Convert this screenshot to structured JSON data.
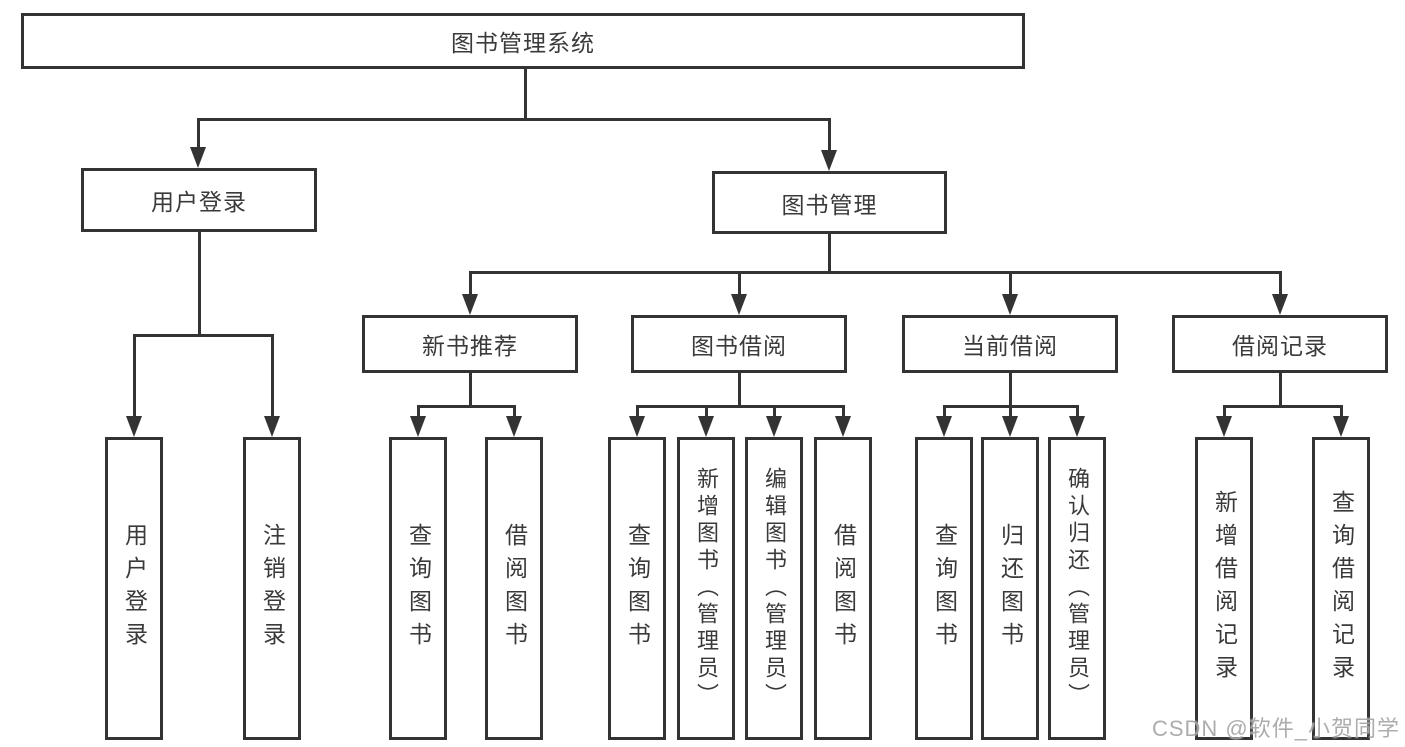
{
  "diagram_title": "图书管理系统",
  "nodes": {
    "root": "图书管理系统",
    "login": "用户登录",
    "mgmt": "图书管理",
    "l3": [
      "新书推荐",
      "图书借阅",
      "当前借阅",
      "借阅记录"
    ],
    "leaf_login": [
      "用户登录",
      "注销登录"
    ],
    "leaf_new": [
      "查询图书",
      "借阅图书"
    ],
    "leaf_borrow": [
      "查询图书",
      "新增图书（管理员）",
      "编辑图书（管理员）",
      "借阅图书"
    ],
    "leaf_current": [
      "查询图书",
      "归还图书",
      "确认归还（管理员）"
    ],
    "leaf_record": [
      "新增借阅记录",
      "查询借阅记录"
    ]
  },
  "watermark": "CSDN @软件_小贺同学",
  "colors": {
    "line": "#333333",
    "text": "#3a3a3a",
    "watermark": "#9e9e9e",
    "background": "#ffffff"
  }
}
